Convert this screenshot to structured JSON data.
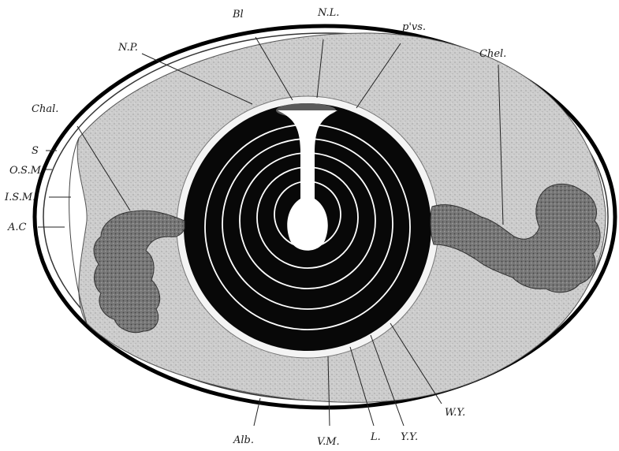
{
  "labels": {
    "bl": "Bl",
    "nl": "N.L.",
    "pvs": "p'vs.",
    "np": "N.P.",
    "chel": "Chel.",
    "chal": "Chal.",
    "s": "S",
    "osm": "O.S.M",
    "ism": "I.S.M.",
    "ac": "A.C",
    "alb": "Alb.",
    "vm": "V.M.",
    "l": "L.",
    "yy": "Y.Y.",
    "wy": "W.Y."
  },
  "colors": {
    "albumen": "#cfcfcf",
    "yolk": "#080808",
    "shell": "#000000",
    "latebra": "#ffffff",
    "chalaza": "#6e6e6e"
  }
}
